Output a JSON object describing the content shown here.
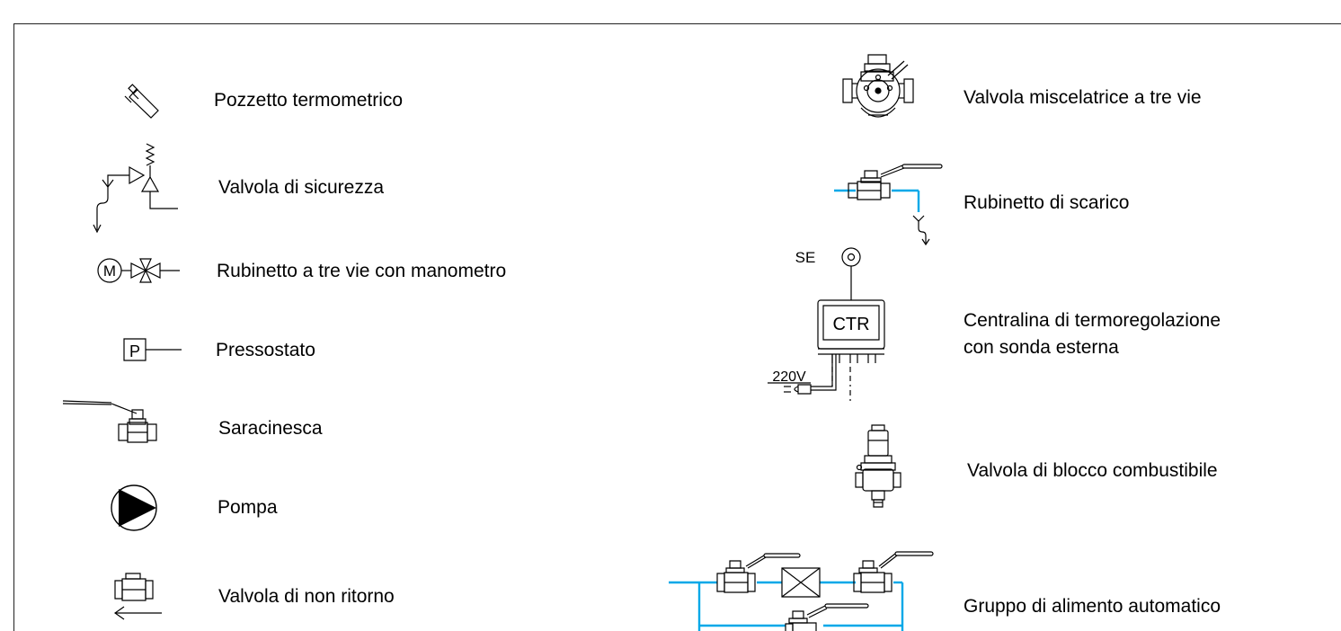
{
  "colors": {
    "line": "#000000",
    "pipe": "#00a8e8",
    "background": "#ffffff"
  },
  "legend": {
    "left": [
      {
        "icon": "thermometer-well-icon",
        "label": "Pozzetto termometrico"
      },
      {
        "icon": "safety-valve-icon",
        "label": "Valvola di sicurezza"
      },
      {
        "icon": "three-way-valve-gauge-icon",
        "label": "Rubinetto a tre vie con manometro"
      },
      {
        "icon": "pressure-switch-icon",
        "label": "Pressostato"
      },
      {
        "icon": "gate-valve-icon",
        "label": "Saracinesca"
      },
      {
        "icon": "pump-icon",
        "label": "Pompa"
      },
      {
        "icon": "check-valve-icon",
        "label": "Valvola di non ritorno"
      }
    ],
    "right": [
      {
        "icon": "three-way-mixing-valve-icon",
        "label": "Valvola miscelatrice a tre vie"
      },
      {
        "icon": "drain-valve-icon",
        "label": "Rubinetto di scarico"
      },
      {
        "icon": "thermoregulation-unit-icon",
        "label_line1": "Centralina di termoregolazione",
        "label_line2": "con sonda esterna"
      },
      {
        "icon": "fuel-shutoff-valve-icon",
        "label": "Valvola di blocco combustibile"
      },
      {
        "icon": "automatic-fill-group-icon",
        "label": "Gruppo di alimento automatico"
      }
    ]
  },
  "ctr_unit": {
    "probe_label": "SE",
    "box_label": "CTR",
    "voltage_label": "220V"
  },
  "pressure_switch_letter": "P",
  "gauge_letter": "M"
}
